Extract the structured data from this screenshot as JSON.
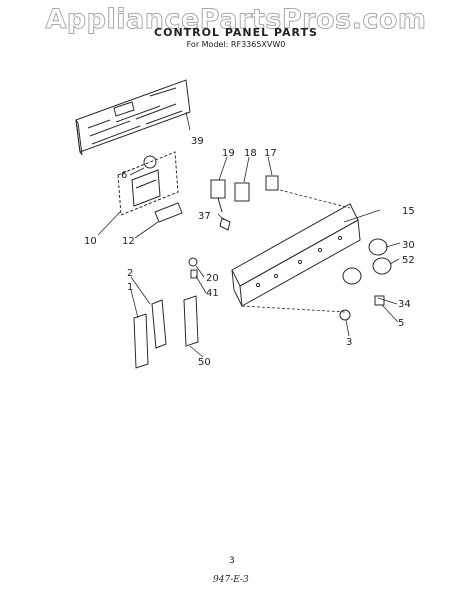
{
  "watermark": "AppliancePartsPros.com",
  "title": "CONTROL PANEL PARTS",
  "subtitle": "For Model: RF3365XVW0",
  "page_number": "3",
  "reference_code": "947-E-3",
  "callouts": {
    "c39": "39",
    "c6": "6",
    "c10": "10",
    "c12": "12",
    "c19": "19",
    "c18": "18",
    "c17": "17",
    "c15": "15",
    "c37": "37",
    "c30": "30",
    "c52": "52",
    "c2": "2",
    "c1": "1",
    "c20": "20",
    "c41": "41",
    "c34": "34",
    "c5": "5",
    "c3": "3",
    "c50": "50"
  }
}
